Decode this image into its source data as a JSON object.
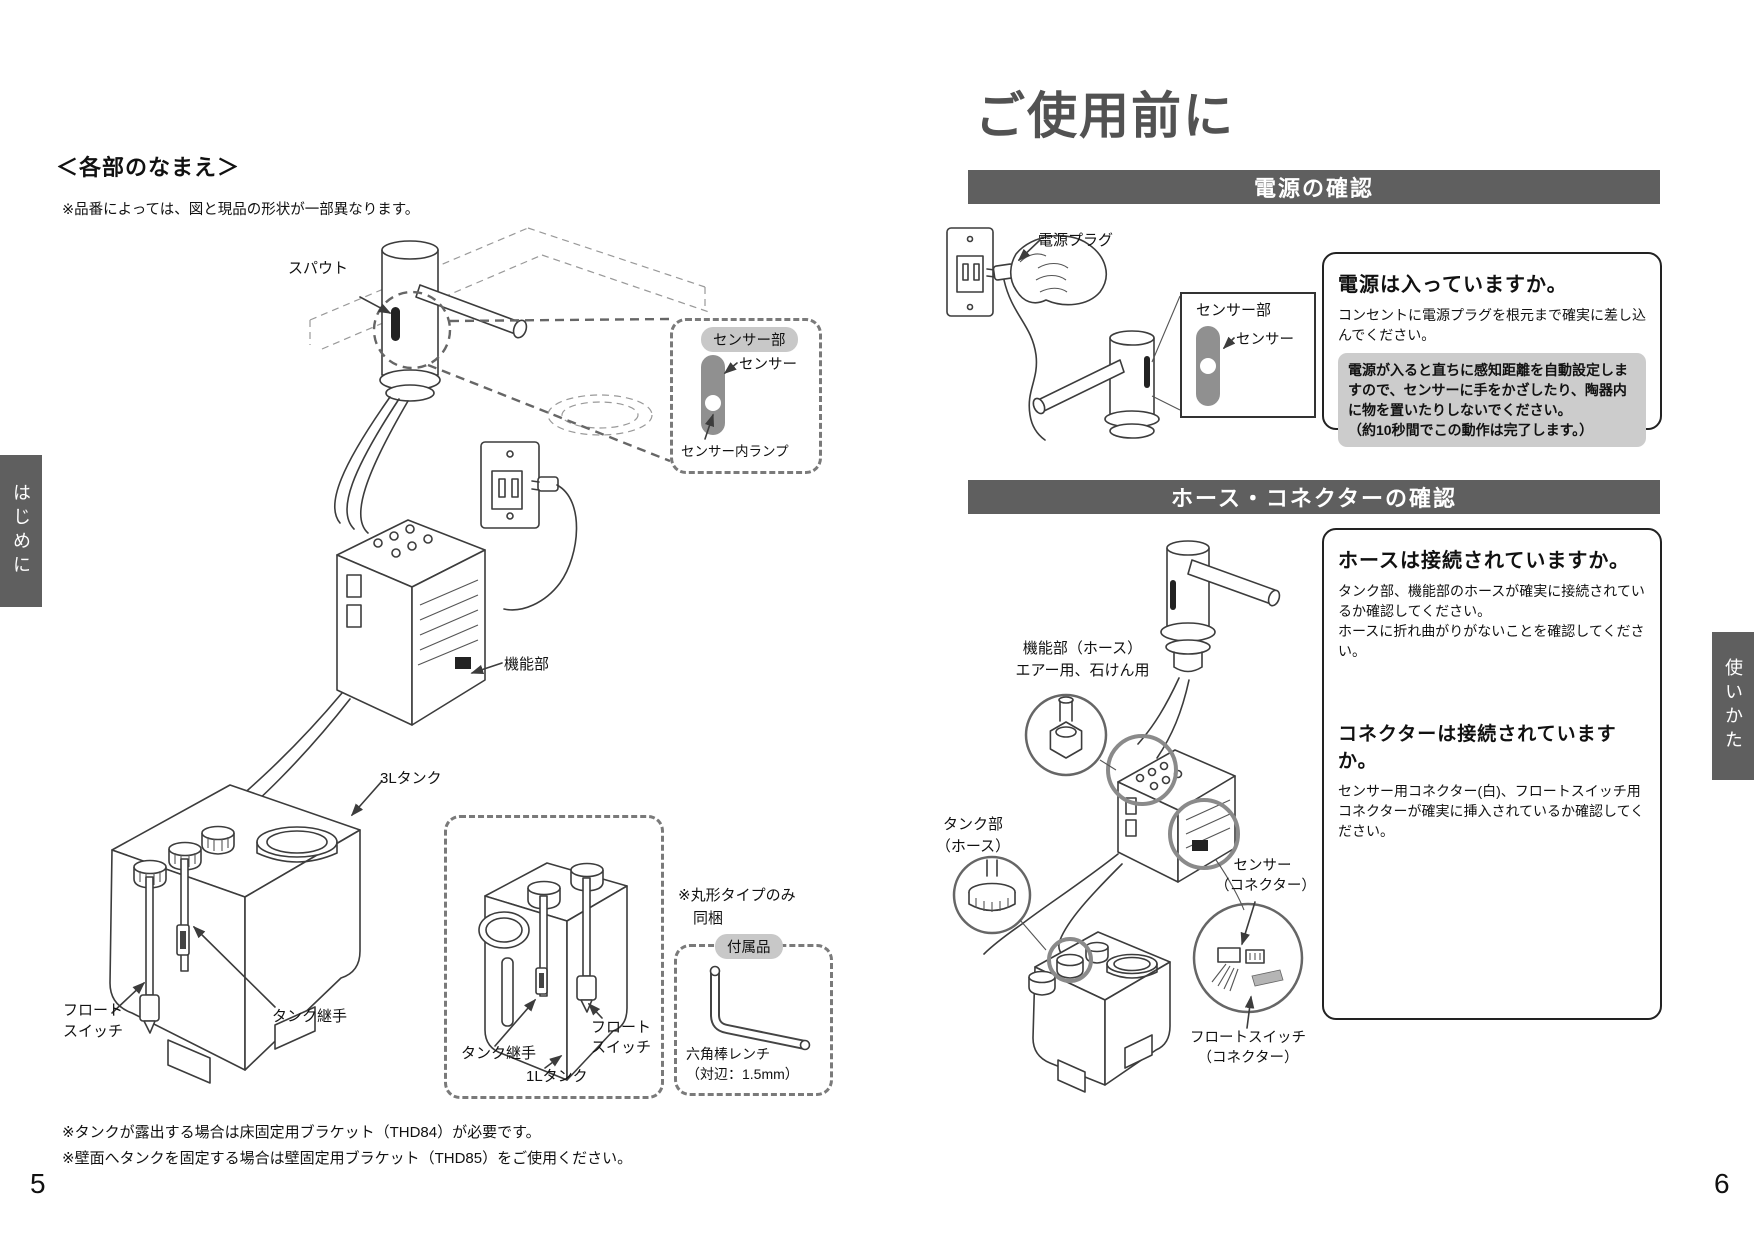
{
  "colors": {
    "bar_bg": "#5f5f5f",
    "tab_bg": "#5f5f5f",
    "pill_bg": "#c8c8c8",
    "note_bg": "#cccccc",
    "sensor_bar": "#909090",
    "line": "#3c3c3c",
    "ring": "#8a8a8a"
  },
  "left_page": {
    "page_number": "5",
    "side_tab": "はじめに",
    "title": "＜各部のなまえ＞",
    "note": "※品番によっては、図と現品の形状が一部異なります。",
    "labels": {
      "spout": "スパウト",
      "function_unit": "機能部",
      "tank_3l": "3Lタンク",
      "float_switch": "フロート\nスイッチ",
      "tank_joint": "タンク継手"
    },
    "sensor_detail": {
      "title": "センサー部",
      "sensor": "センサー",
      "lamp": "センサー内ランプ"
    },
    "tank_1l_detail": {
      "tank_joint": "タンク継手",
      "float_switch": "フロート\nスイッチ",
      "name": "1Lタンク"
    },
    "round_type_note": "※丸形タイプのみ\n　同梱",
    "accessory": {
      "title": "付属品",
      "item": "六角棒レンチ\n（対辺：1.5mm）"
    },
    "footnotes": [
      "※タンクが露出する場合は床固定用ブラケット（THD84）が必要です。",
      "※壁面へタンクを固定する場合は壁固定用ブラケット（THD85）をご使用ください。"
    ]
  },
  "right_page": {
    "page_number": "6",
    "side_tab": "使いかた",
    "title": "ご使用前に",
    "power": {
      "bar": "電源の確認",
      "plug_label": "電源プラグ",
      "callout": {
        "title": "センサー部",
        "sensor": "センサー"
      },
      "box": {
        "heading": "電源は入っていますか。",
        "body": "コンセントに電源プラグを根元まで確実に差し込んでください。",
        "note": "電源が入ると直ちに感知距離を自動設定しますので、センサーに手をかざしたり、陶器内に物を置いたりしないでください。\n（約10秒間でこの動作は完了します。）"
      }
    },
    "hose": {
      "bar": "ホース・コネクターの確認",
      "labels": {
        "function_hose": "機能部（ホース）\nエアー用、石けん用",
        "tank_hose": "タンク部\n（ホース）",
        "sensor_connector": "センサー\n（コネクター）",
        "float_connector": "フロートスイッチ\n（コネクター）"
      },
      "box": {
        "hose_heading": "ホースは接続されていますか。",
        "hose_body": "タンク部、機能部のホースが確実に接続されているか確認してください。\nホースに折れ曲がりがないことを確認してください。",
        "connector_heading": "コネクターは接続されていますか。",
        "connector_body": "センサー用コネクター(白)、フロートスイッチ用コネクターが確実に挿入されているか確認してください。"
      }
    }
  }
}
